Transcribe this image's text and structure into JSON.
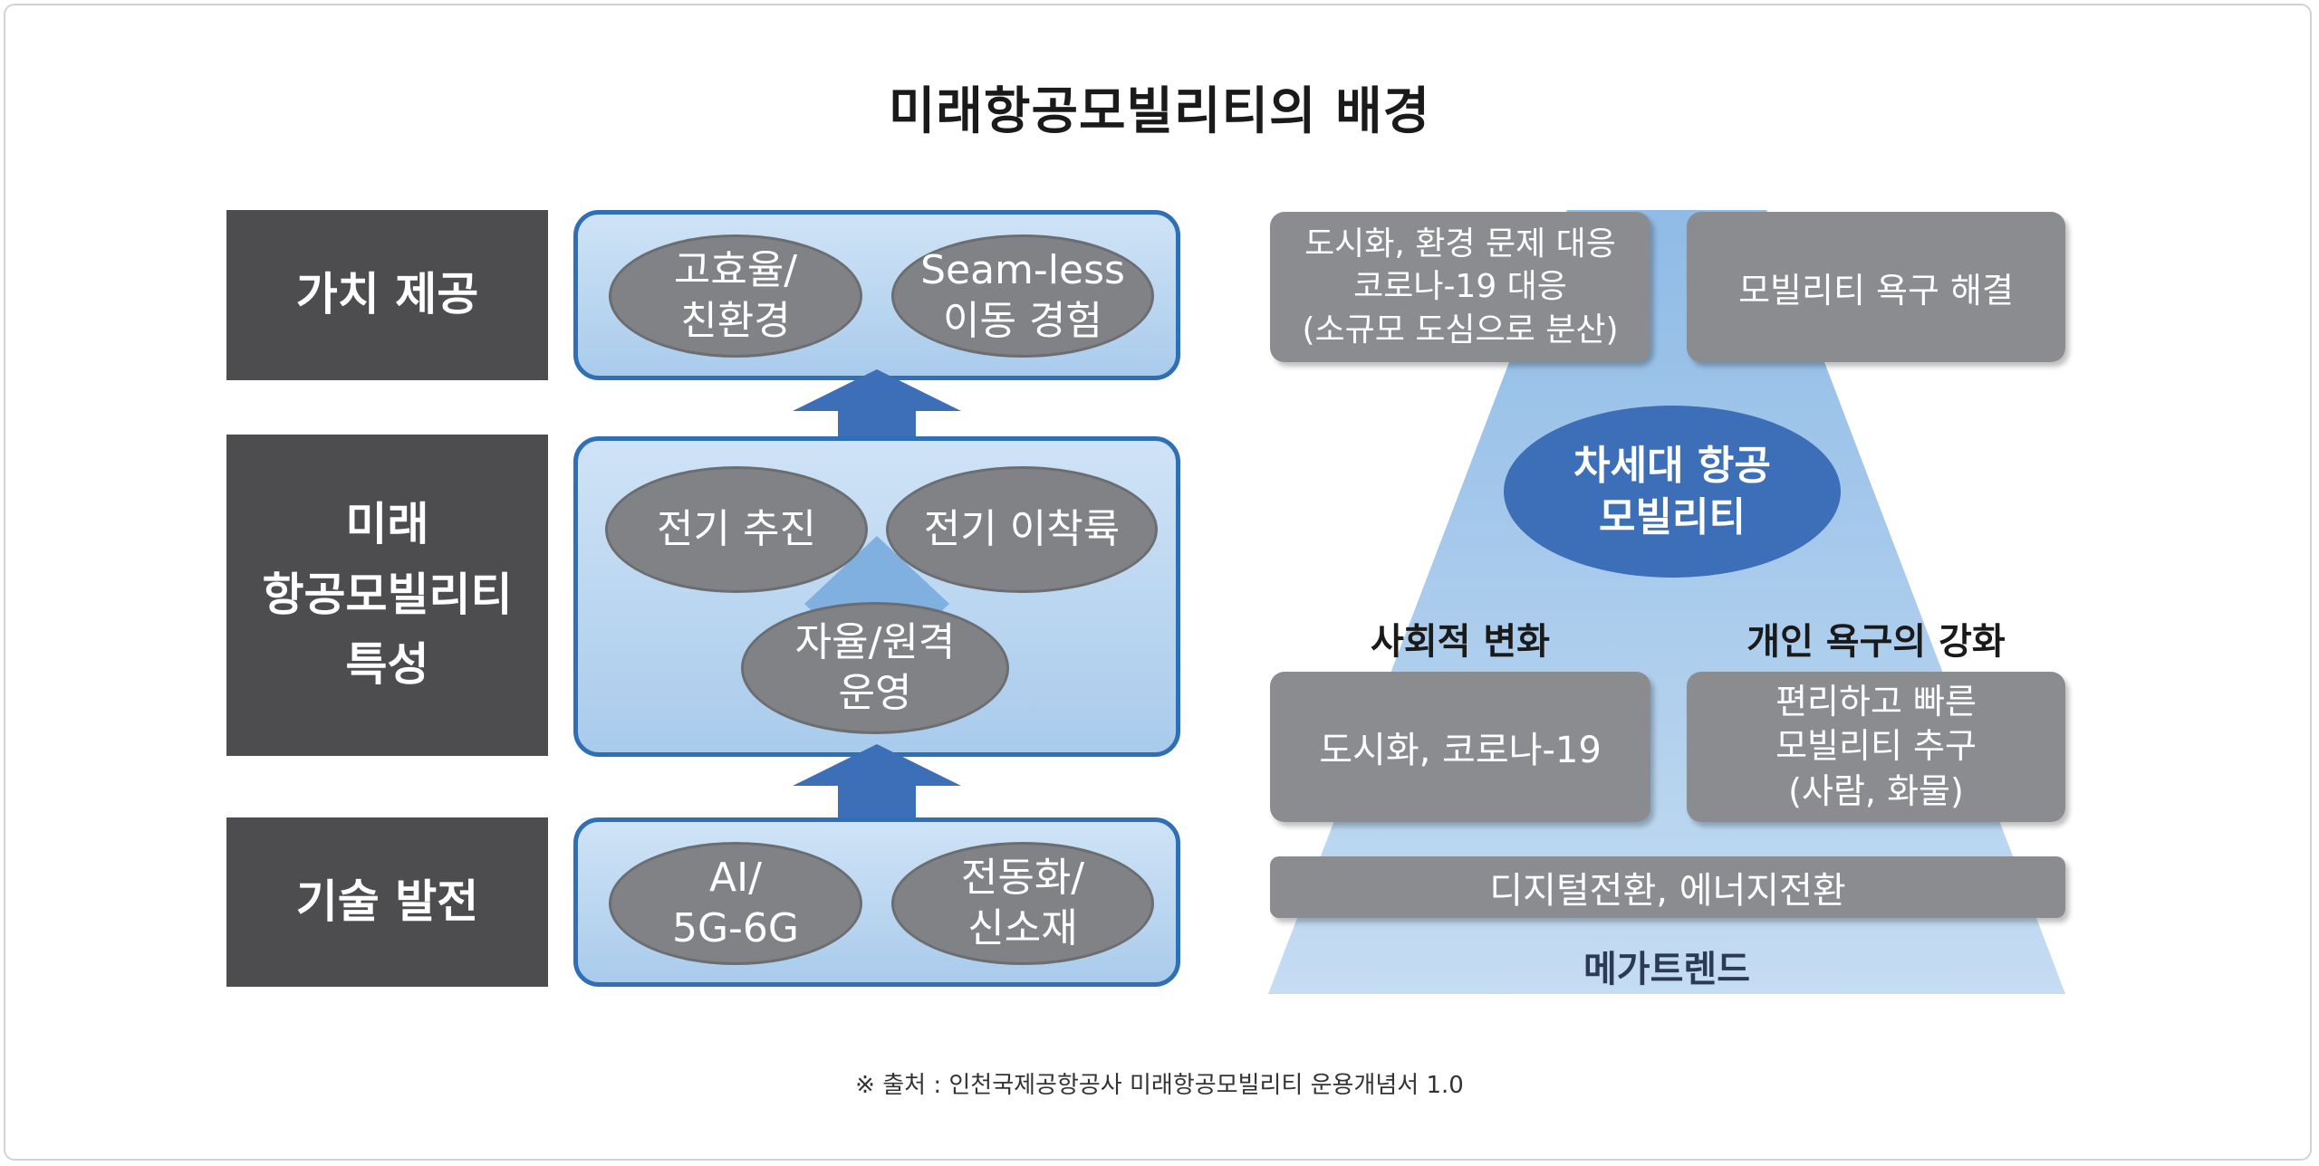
{
  "title": "미래항공모빌리티의 배경",
  "left_labels": {
    "value": "가치 제공",
    "features": "미래\n항공모빌리티\n특성",
    "tech": "기술 발전"
  },
  "left_panels": {
    "value": [
      "고효율/\n친환경",
      "Seam-less\n이동 경험"
    ],
    "features": [
      "전기 추진",
      "전기 이착륙",
      "자율/원격\n운영"
    ],
    "tech": [
      "AI/\n5G-6G",
      "전동화/\n신소재"
    ]
  },
  "right": {
    "top_left": "도시화, 환경 문제 대응\n코로나-19 대응\n(소규모 도심으로 분산)",
    "top_right": "모빌리티 욕구 해결",
    "center": "차세대 항공\n모빌리티",
    "head_left": "사회적 변화",
    "head_right": "개인 욕구의 강화",
    "mid_left": "도시화, 코로나-19",
    "mid_right": "편리하고 빠른\n모빌리티 추구\n(사람, 화물)",
    "bar": "디지털전환, 에너지전환",
    "base": "메가트렌드"
  },
  "source": "※ 출처 : 인천국제공항공사 미래항공모빌리티 운용개념서 1.0",
  "colors": {
    "label_bg": "#4d4d4f",
    "panel_border": "#2f6fb6",
    "ellipse": "#808285",
    "center_ellipse": "#3d6fb8",
    "trapezoid": "#a9cbec"
  }
}
